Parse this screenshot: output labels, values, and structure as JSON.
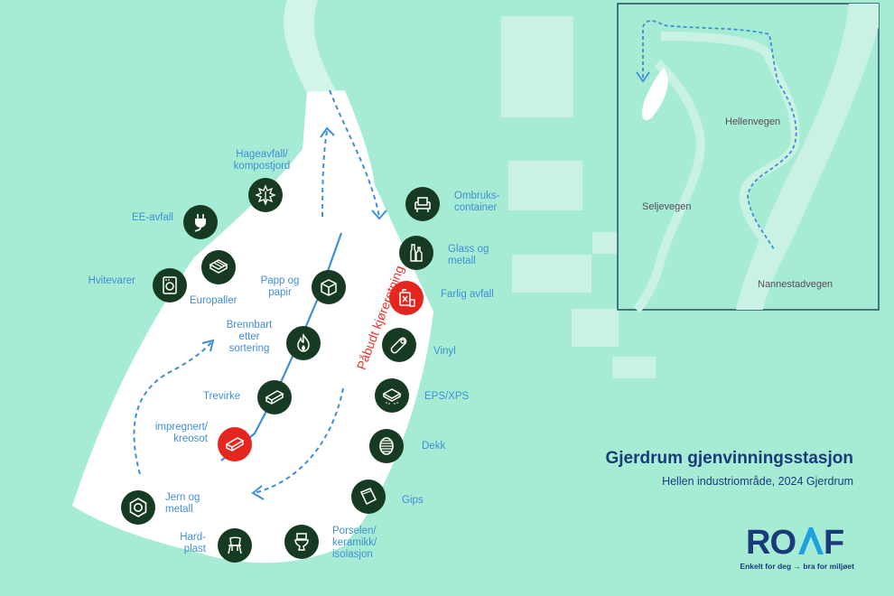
{
  "title": "Gjerdrum gjenvinningsstasjon",
  "subtitle": "Hellen industriområde, 2024 Gjerdrum",
  "direction_label": "Påbudt kjøreretning",
  "logo": {
    "text": "ROAF",
    "tagline": "Enkelt for deg → bra for miljøet",
    "color": "#1a3b7a",
    "accent": "#1ea2df"
  },
  "colors": {
    "background": "#a6ebd4",
    "site": "#ffffff",
    "station": "#173a23",
    "hazard": "#e5261f",
    "label": "#3f8fd6",
    "route": "#3f8fd6"
  },
  "stations": [
    {
      "id": "hageavfall",
      "label": "Hageavfall/\nkompostjord",
      "icon": "leaf-icon",
      "hazard": false
    },
    {
      "id": "ee-avfall",
      "label": "EE-avfall",
      "icon": "plug-icon",
      "hazard": false
    },
    {
      "id": "hvitevarer",
      "label": "Hvitevarer",
      "icon": "washing-machine-icon",
      "hazard": false
    },
    {
      "id": "europaller",
      "label": "Europaller",
      "icon": "pallet-icon",
      "hazard": false
    },
    {
      "id": "papp-og-papir",
      "label": "Papp og\npapir",
      "icon": "box-icon",
      "hazard": false
    },
    {
      "id": "brennbart",
      "label": "Brennbart\netter\nsortering",
      "icon": "flame-icon",
      "hazard": false
    },
    {
      "id": "trevirke",
      "label": "Trevirke",
      "icon": "plank-icon",
      "hazard": false
    },
    {
      "id": "impregnert",
      "label": "impregnert/\nkreosot",
      "icon": "plank-icon",
      "hazard": true
    },
    {
      "id": "jern-og-metall",
      "label": "Jern og\nmetall",
      "icon": "nut-icon",
      "hazard": false
    },
    {
      "id": "hardplast",
      "label": "Hard-\nplast",
      "icon": "chair-icon",
      "hazard": false
    },
    {
      "id": "porselen",
      "label": "Porselen/\nkeramikk/\nisolasjon",
      "icon": "toilet-icon",
      "hazard": false
    },
    {
      "id": "gips",
      "label": "Gips",
      "icon": "gypsum-board-icon",
      "hazard": false
    },
    {
      "id": "dekk",
      "label": "Dekk",
      "icon": "tire-icon",
      "hazard": false
    },
    {
      "id": "eps-xps",
      "label": "EPS/XPS",
      "icon": "insulation-icon",
      "hazard": false
    },
    {
      "id": "vinyl",
      "label": "Vinyl",
      "icon": "vinyl-roll-icon",
      "hazard": false
    },
    {
      "id": "farlig-avfall",
      "label": "Farlig avfall",
      "icon": "hazard-canister-icon",
      "hazard": true
    },
    {
      "id": "glass-og-metall",
      "label": "Glass og\nmetall",
      "icon": "bottles-icon",
      "hazard": false
    },
    {
      "id": "ombruks-container",
      "label": "Ombruks-\ncontainer",
      "icon": "armchair-icon",
      "hazard": false
    }
  ],
  "inset": {
    "roads": [
      "Hellenvegen",
      "Seljevegen",
      "Nannestadvegen"
    ]
  }
}
